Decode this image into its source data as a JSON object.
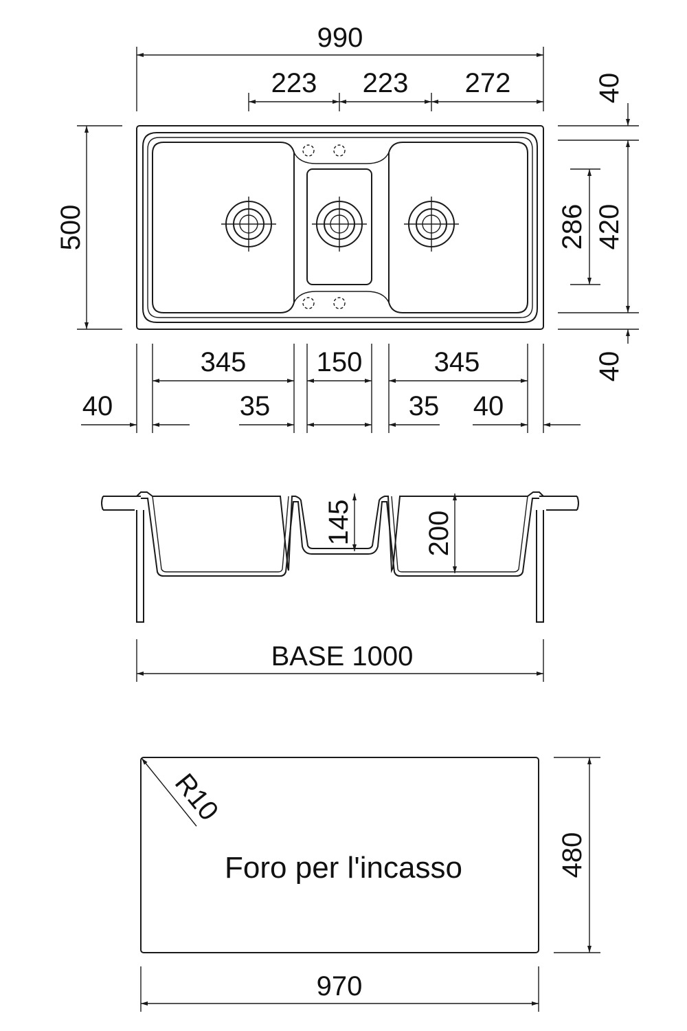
{
  "top_view": {
    "overall_width": "990",
    "bowl_spacing_1": "223",
    "bowl_spacing_2": "223",
    "bowl_spacing_3": "272",
    "overall_depth": "500",
    "rim_top": "40",
    "rim_bottom": "40",
    "bowl_depth_inner": "420",
    "small_bowl_depth": "286",
    "bowl_left_width": "345",
    "bowl_center_width": "150",
    "bowl_right_width": "345",
    "edge_left": "40",
    "gap_left": "35",
    "gap_right": "35",
    "edge_right": "40"
  },
  "side_view": {
    "small_bowl_height": "145",
    "bowl_height": "200",
    "base_label": "BASE 1000"
  },
  "cutout": {
    "radius": "R10",
    "label": "Foro per l'incasso",
    "height": "480",
    "width": "970"
  }
}
